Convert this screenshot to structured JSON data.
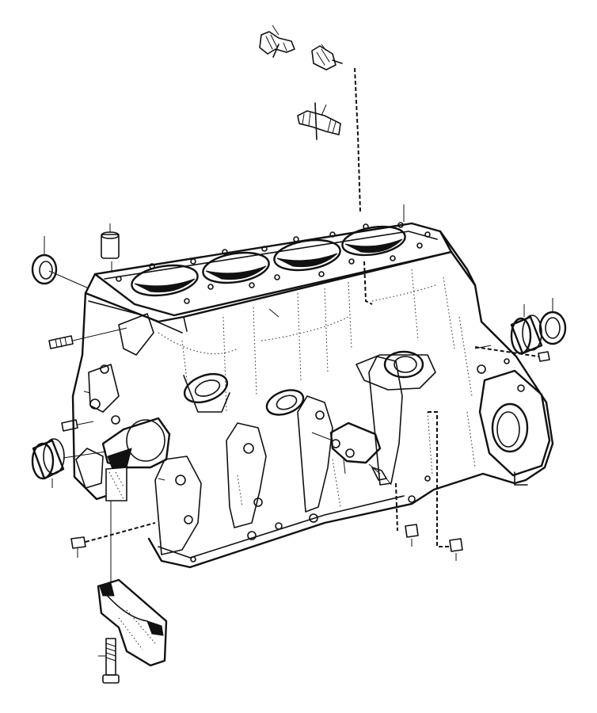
{
  "diagram": {
    "type": "exploded-parts-illustration",
    "line_color": "#111111",
    "background": "#ffffff",
    "parts": [
      {
        "id": "cylinder-block",
        "icon": "engine-block-icon"
      },
      {
        "id": "cylinder-bore",
        "count": 4
      },
      {
        "id": "sender-unit",
        "count": 2
      },
      {
        "id": "drain-cock",
        "count": 1
      },
      {
        "id": "guide-sleeve",
        "count": 1
      },
      {
        "id": "seal-ring",
        "count": 3
      },
      {
        "id": "bearing-bushing",
        "count": 2
      },
      {
        "id": "stud",
        "count": 2
      },
      {
        "id": "dowel-pin",
        "count": 4
      },
      {
        "id": "cover-plate",
        "count": 1
      },
      {
        "id": "bolt",
        "count": 2
      },
      {
        "id": "main-bearing-cap",
        "count": 1
      }
    ]
  }
}
